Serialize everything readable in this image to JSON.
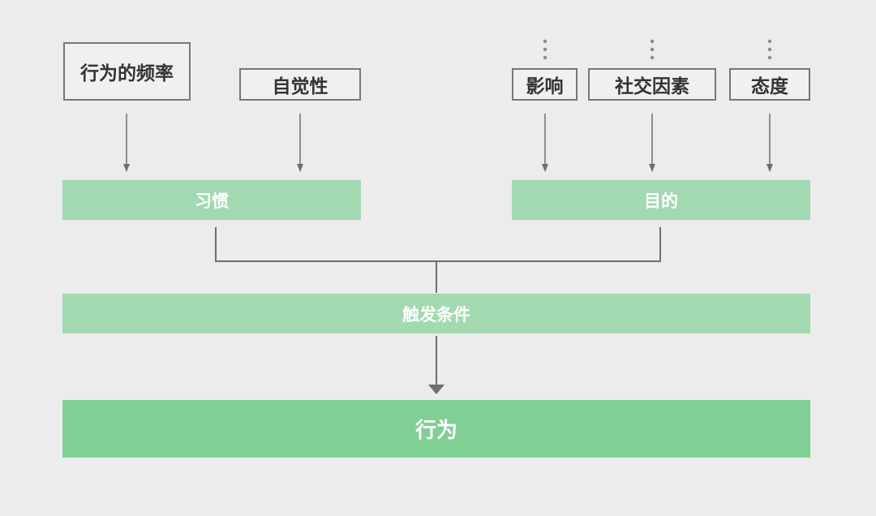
{
  "diagram": {
    "inputs_left": {
      "frequency": "行为的频率",
      "awareness": "自觉性"
    },
    "inputs_right": {
      "influence": "影响",
      "social": "社交因素",
      "attitude": "态度"
    },
    "habit": "习惯",
    "goal": "目的",
    "trigger": "触发条件",
    "behavior": "行为"
  },
  "colors": {
    "background": "#ececec",
    "box_border": "#777777",
    "box_text": "#333333",
    "connector": "#6e6e6e",
    "bar_light": "#a2d9b0",
    "bar_dark": "#80cf94",
    "bar_text": "#ffffff"
  }
}
